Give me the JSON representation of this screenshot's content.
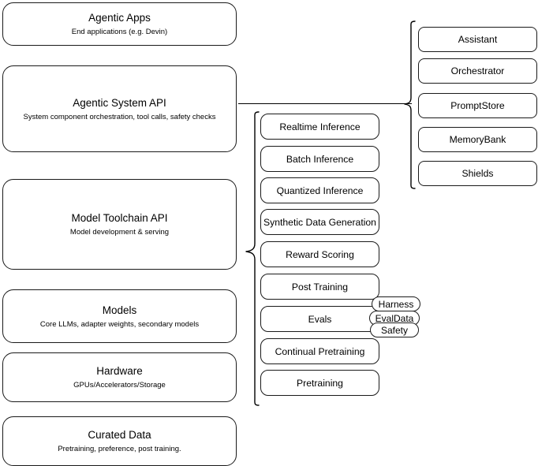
{
  "diagram": {
    "title": "AI Stack Architecture Diagram",
    "colors": {
      "background": "#ffffff",
      "stroke": "#1a1a1a",
      "text": "#000000"
    }
  },
  "layers": [
    {
      "id": "agentic-apps",
      "title": "Agentic Apps",
      "subtitle": "End applications (e.g. Devin)"
    },
    {
      "id": "agentic-system-api",
      "title": "Agentic System API",
      "subtitle": "System component orchestration, tool calls, safety checks"
    },
    {
      "id": "model-toolchain-api",
      "title": "Model Toolchain API",
      "subtitle": "Model development & serving"
    },
    {
      "id": "models",
      "title": "Models",
      "subtitle": "Core LLMs, adapter weights, secondary models"
    },
    {
      "id": "hardware",
      "title": "Hardware",
      "subtitle": "GPUs/Accelerators/Storage"
    },
    {
      "id": "curated-data",
      "title": "Curated Data",
      "subtitle": "Pretraining, preference, post training."
    }
  ],
  "toolchain_items": [
    {
      "id": "realtime-inference",
      "label": "Realtime Inference"
    },
    {
      "id": "batch-inference",
      "label": "Batch Inference"
    },
    {
      "id": "quantized-inference",
      "label": "Quantized Inference"
    },
    {
      "id": "synthetic-data-generation",
      "label": "Synthetic Data Generation"
    },
    {
      "id": "reward-scoring",
      "label": "Reward Scoring"
    },
    {
      "id": "post-training",
      "label": "Post Training"
    },
    {
      "id": "evals",
      "label": "Evals"
    },
    {
      "id": "continual-pretraining",
      "label": "Continual Pretraining"
    },
    {
      "id": "pretraining",
      "label": "Pretraining"
    }
  ],
  "evals_chips": [
    {
      "id": "harness",
      "label": "Harness"
    },
    {
      "id": "evaldata",
      "label": "EvalData"
    },
    {
      "id": "safety",
      "label": "Safety"
    }
  ],
  "agentic_components": [
    {
      "id": "assistant",
      "label": "Assistant"
    },
    {
      "id": "orchestrator",
      "label": "Orchestrator"
    },
    {
      "id": "promptstore",
      "label": "PromptStore"
    },
    {
      "id": "memorybank",
      "label": "MemoryBank"
    },
    {
      "id": "shields",
      "label": "Shields"
    }
  ]
}
